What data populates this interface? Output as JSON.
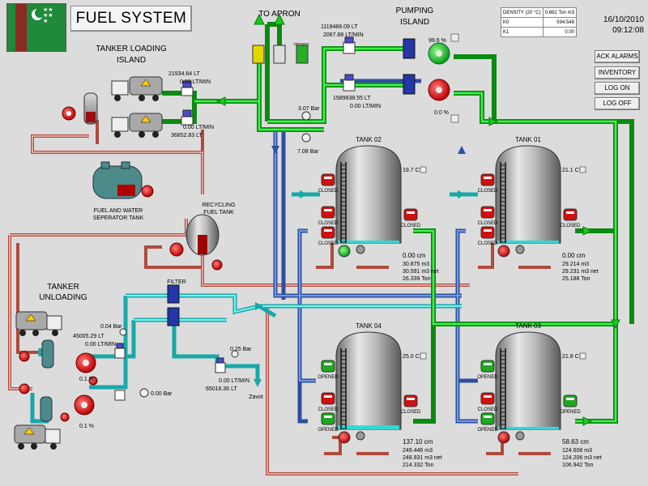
{
  "header": {
    "title": "FUEL SYSTEM"
  },
  "clock": {
    "date": "16/10/2010",
    "time": "09:12:08"
  },
  "density_table": {
    "header": [
      "DENSITY (20 °C)",
      "0.862 Ton m3"
    ],
    "rows": [
      [
        "K0",
        "594.548"
      ],
      [
        "K1",
        "0.00"
      ]
    ]
  },
  "buttons": {
    "ack_alarms": "ACK ALARMS",
    "inventory": "INVENTORY",
    "log_on": "LOG ON",
    "log_off": "LOG OFF"
  },
  "labels": {
    "to_apron": "TO APRON",
    "pumping_island_1": "PUMPING",
    "pumping_island_2": "ISLAND",
    "tanker_loading_1": "TANKER LOADING",
    "tanker_loading_2": "ISLAND",
    "fuel_water_1": "FUEL AND WATER",
    "fuel_water_2": "SEPERATOR TANK",
    "recycling_1": "RECYCLING",
    "recycling_2": "FUEL TANK",
    "tanker_unloading_1": "TANKER",
    "tanker_unloading_2": "UNLOADING",
    "filter": "FILTER",
    "zavot": "Zavot",
    "opened": "OPENED"
  },
  "pumping": {
    "meter1_total": "1119486.09 LT",
    "meter1_rate": "2067.88 LT/MIN",
    "meter2_total": "1589838.55 LT",
    "meter2_rate": "0.00 LT/MIN",
    "pump1_pct": "99.6 %",
    "pump2_pct": "0.0 %"
  },
  "pressure": {
    "main": "3.07 Bar",
    "return": "7.08 Bar",
    "unload": "0.04 Bar",
    "unload2": "0.00 Bar",
    "zavot": "0.25 Bar"
  },
  "loading": {
    "meter1_total": "21934.64 LT",
    "meter1_rate": "0.00 LT/MIN",
    "meter2_rate": "0.00 LT/MIN",
    "meter2_total": "36852.83 LT"
  },
  "unloading": {
    "meter_total": "45005.29 LT",
    "meter_rate": "0.00 LT/MIN",
    "pump1_pct": "0.1 %",
    "pump2_pct": "0.1 %"
  },
  "zavot_meter": {
    "rate": "0.00 LT/MIN",
    "total": "65016.36 LT"
  },
  "tanks": [
    {
      "name": "TANK 02",
      "temp": "19.7 C°",
      "level": "0.00 cm",
      "vol": "30.875 m3",
      "net": "30.591 m3 net",
      "ton": "26.339 Ton",
      "valve_in": "CLOSED",
      "valve_out": "CLOSED",
      "valve_bot": "CLOSED",
      "valve_side": "CLOSED",
      "fill": 0.0
    },
    {
      "name": "TANK 01",
      "temp": "21.1 C°",
      "level": "0.00 cm",
      "vol": "29.214 m3",
      "net": "29.231 m3 net",
      "ton": "25.188 Ton",
      "valve_in": "CLOSED",
      "valve_out": "CLOSED",
      "valve_bot": "CLOSED",
      "valve_side": "CLOSED",
      "fill": 0.0
    },
    {
      "name": "TANK 04",
      "temp": "25.0 C°",
      "level": "137.10 cm",
      "vol": "249.446 m3",
      "net": "248.931 m3 net",
      "ton": "214.332 Ton",
      "valve_in": "OPENED",
      "valve_out": "CLOSED",
      "valve_bot": "OPENED",
      "valve_side": "CLOSED",
      "fill": 0.04
    },
    {
      "name": "TANK 03",
      "temp": "21.8 C°",
      "level": "58.63 cm",
      "vol": "124.608 m3",
      "net": "124.206 m3 net",
      "ton": "106.942 Ton",
      "valve_in": "OPENED",
      "valve_out": "OPENED",
      "valve_bot": "OPENED",
      "valve_side": "CLOSED",
      "fill": 0.02
    }
  ],
  "colors": {
    "fuel_green": "#19c81e",
    "fuel_blue": "#3f6fc4",
    "cyan": "#2fd8d8",
    "recycle": "#e8b0a8",
    "background": "#dcdcdc"
  }
}
